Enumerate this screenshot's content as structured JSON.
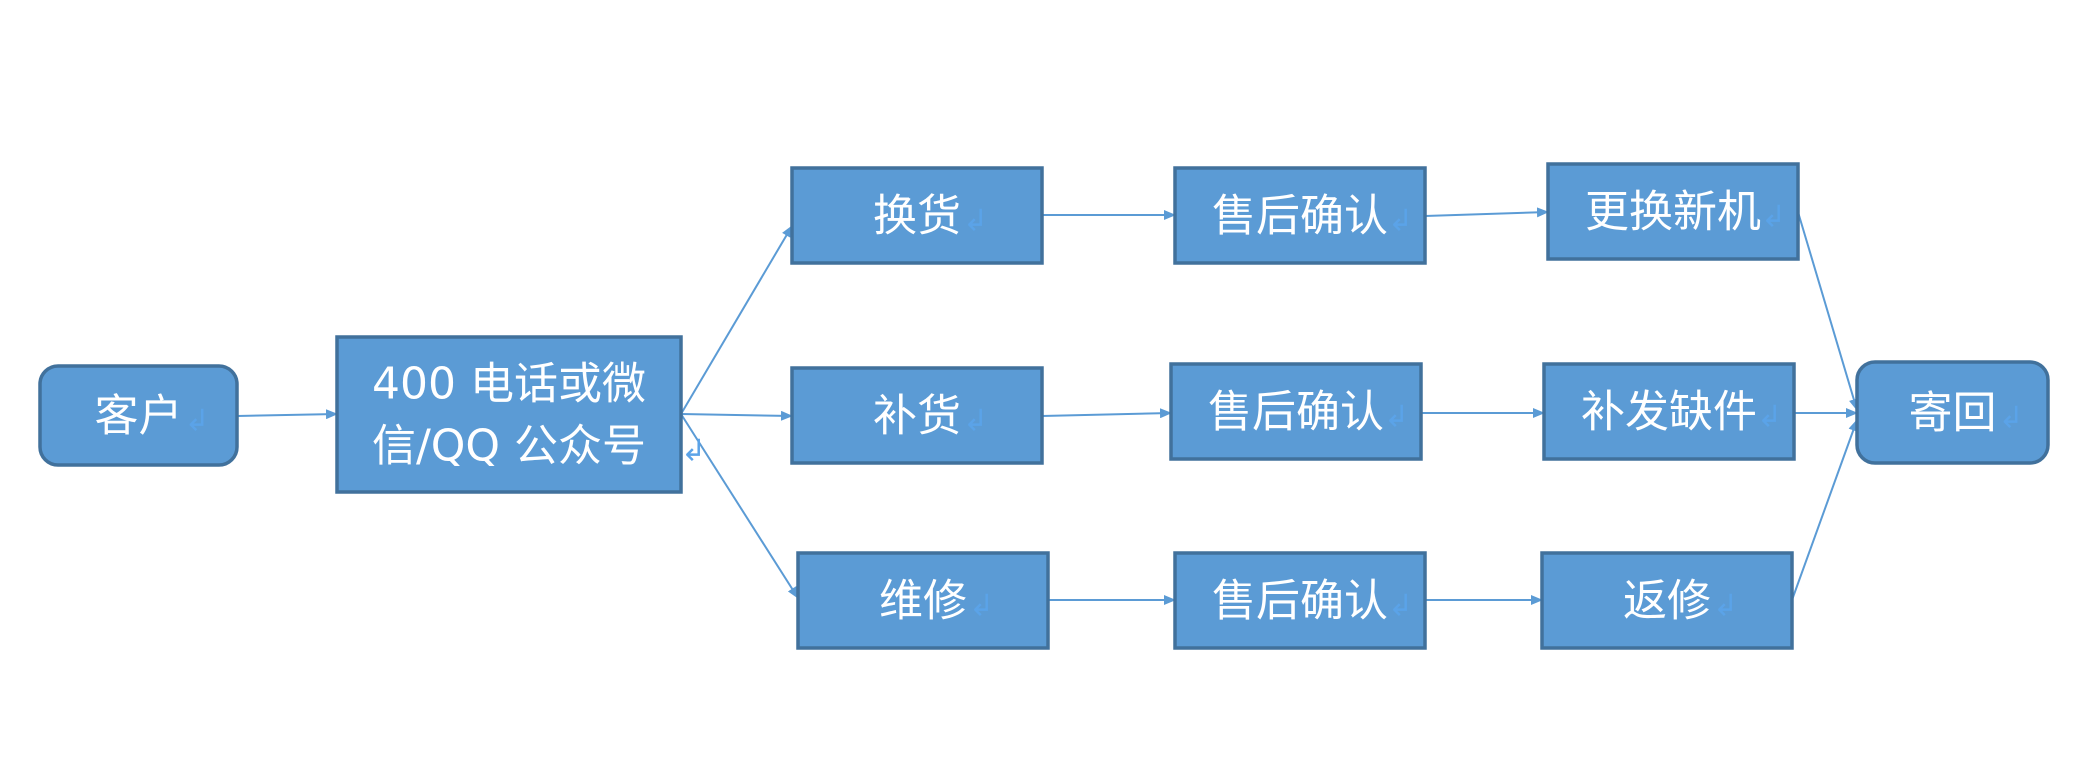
{
  "colors": {
    "node_fill": "#5B9BD5",
    "node_border": "#41719C",
    "edge": "#5B9BD5",
    "text": "#ffffff",
    "paragraph_mark": "#5BA3E8"
  },
  "paragraph_mark": "↲",
  "nodes": [
    {
      "id": "customer",
      "shape": "rounded",
      "lines": [
        "客户"
      ]
    },
    {
      "id": "contact",
      "shape": "rect",
      "lines": [
        "400 电话或微",
        "信/QQ 公众号"
      ]
    },
    {
      "id": "exchange",
      "shape": "rect",
      "lines": [
        "换货"
      ]
    },
    {
      "id": "replenish",
      "shape": "rect",
      "lines": [
        "补货"
      ]
    },
    {
      "id": "repair",
      "shape": "rect",
      "lines": [
        "维修"
      ]
    },
    {
      "id": "confirm-1",
      "shape": "rect",
      "lines": [
        "售后确认"
      ]
    },
    {
      "id": "confirm-2",
      "shape": "rect",
      "lines": [
        "售后确认"
      ]
    },
    {
      "id": "confirm-3",
      "shape": "rect",
      "lines": [
        "售后确认"
      ]
    },
    {
      "id": "replace-new",
      "shape": "rect",
      "lines": [
        "更换新机"
      ]
    },
    {
      "id": "resend-parts",
      "shape": "rect",
      "lines": [
        "补发缺件"
      ]
    },
    {
      "id": "return-repair",
      "shape": "rect",
      "lines": [
        "返修"
      ]
    },
    {
      "id": "send-back",
      "shape": "rounded",
      "lines": [
        "寄回"
      ]
    }
  ],
  "edges": [
    {
      "from": "customer",
      "to": "contact"
    },
    {
      "from": "contact",
      "to": "exchange"
    },
    {
      "from": "contact",
      "to": "replenish"
    },
    {
      "from": "contact",
      "to": "repair"
    },
    {
      "from": "exchange",
      "to": "confirm-1"
    },
    {
      "from": "replenish",
      "to": "confirm-2"
    },
    {
      "from": "repair",
      "to": "confirm-3"
    },
    {
      "from": "confirm-1",
      "to": "replace-new"
    },
    {
      "from": "confirm-2",
      "to": "resend-parts"
    },
    {
      "from": "confirm-3",
      "to": "return-repair"
    },
    {
      "from": "replace-new",
      "to": "send-back"
    },
    {
      "from": "resend-parts",
      "to": "send-back"
    },
    {
      "from": "return-repair",
      "to": "send-back"
    }
  ]
}
